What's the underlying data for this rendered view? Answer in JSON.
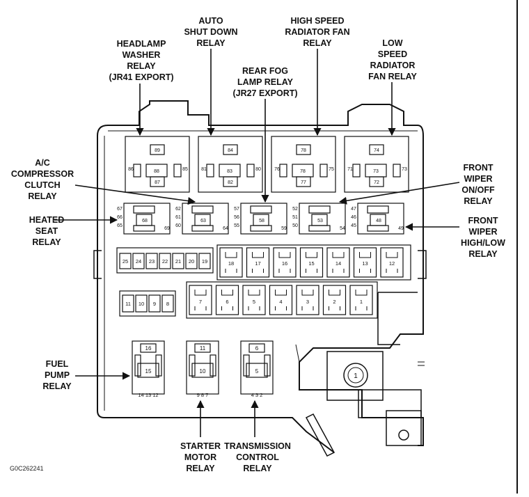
{
  "figure_id": "G0C262241",
  "labels": {
    "headlamp_washer": [
      "HEADLAMP",
      "WASHER",
      "RELAY",
      "(JR41 EXPORT)"
    ],
    "auto_shut_down": [
      "AUTO",
      "SHUT DOWN",
      "RELAY"
    ],
    "high_speed_fan": [
      "HIGH SPEED",
      "RADIATOR FAN",
      "RELAY"
    ],
    "low_speed_fan": [
      "LOW",
      "SPEED",
      "RADIATOR",
      "FAN RELAY"
    ],
    "rear_fog": [
      "REAR FOG",
      "LAMP RELAY",
      "(JR27 EXPORT)"
    ],
    "ac_clutch": [
      "A/C",
      "COMPRESSOR",
      "CLUTCH",
      "RELAY"
    ],
    "heated_seat": [
      "HEATED",
      "SEAT",
      "RELAY"
    ],
    "front_wiper_onoff": [
      "FRONT",
      "WIPER",
      "ON/OFF",
      "RELAY"
    ],
    "front_wiper_highlow": [
      "FRONT",
      "WIPER",
      "HIGH/LOW",
      "RELAY"
    ],
    "fuel_pump": [
      "FUEL",
      "PUMP",
      "RELAY"
    ],
    "starter_motor": [
      "STARTER",
      "MOTOR",
      "RELAY"
    ],
    "transmission_control": [
      "TRANSMISSION",
      "CONTROL",
      "RELAY"
    ]
  },
  "top_relays": [
    {
      "pins": [
        "89",
        "86",
        "88",
        "85",
        "87"
      ]
    },
    {
      "pins": [
        "84",
        "81",
        "83",
        "80",
        "82"
      ]
    },
    {
      "pins": [
        "78",
        "76",
        "78",
        "75",
        "77"
      ]
    },
    {
      "pins": [
        "74",
        "71",
        "73",
        "73",
        "72"
      ]
    }
  ],
  "mini_relays": [
    {
      "pins": [
        "67",
        "66",
        "65",
        "68",
        "69"
      ]
    },
    {
      "pins": [
        "62",
        "61",
        "60",
        "63",
        "64"
      ]
    },
    {
      "pins": [
        "57",
        "56",
        "55",
        "58",
        "59"
      ]
    },
    {
      "pins": [
        "52",
        "51",
        "50",
        "53",
        "54"
      ]
    },
    {
      "pins": [
        "47",
        "46",
        "45",
        "48",
        "49"
      ]
    }
  ],
  "fuses_small_row": [
    "25",
    "24",
    "23",
    "22",
    "21",
    "20",
    "19"
  ],
  "fuses_small_left": [
    "11",
    "10",
    "9",
    "8"
  ],
  "fuses_right_row1": [
    "18",
    "17",
    "16",
    "15",
    "14",
    "13",
    "12"
  ],
  "fuses_right_row2": [
    "7",
    "6",
    "5",
    "4",
    "3",
    "2",
    "1"
  ],
  "bottom_relays": [
    {
      "top": "16",
      "mid": "15",
      "pins": "14 13 12"
    },
    {
      "top": "11",
      "mid": "10",
      "pins": "9  8  7"
    },
    {
      "top": "6",
      "mid": "5",
      "pins": "4  3  2"
    }
  ],
  "big_fuse": "1"
}
